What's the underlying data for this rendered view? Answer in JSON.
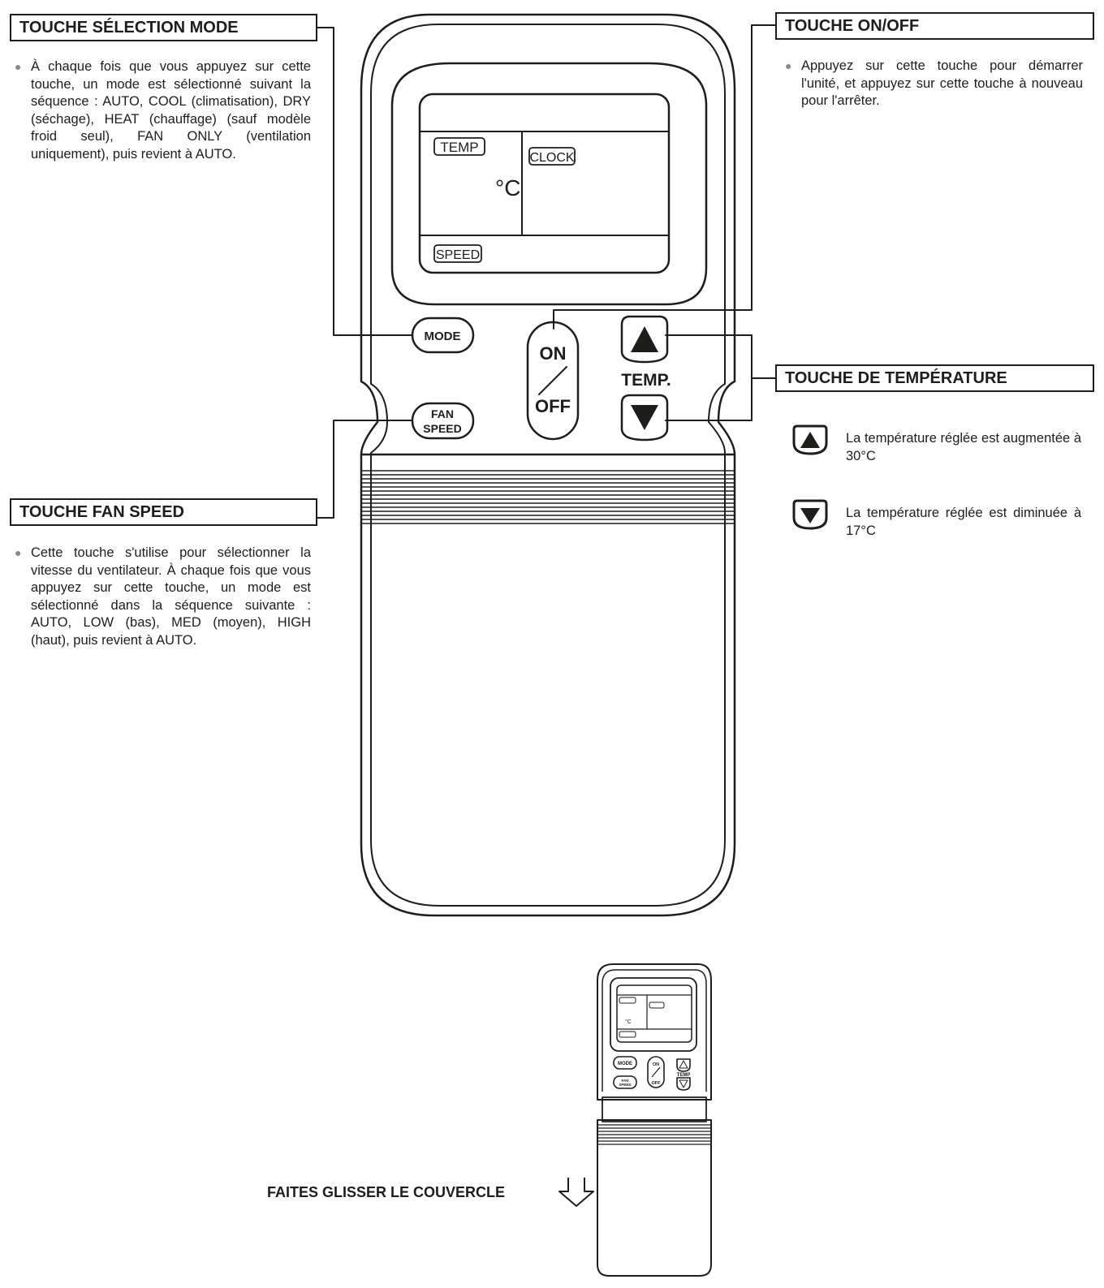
{
  "mode_section": {
    "title": "TOUCHE SÉLECTION MODE",
    "text": "À chaque fois que vous appuyez sur cette touche, un mode est sélectionné suivant la séquence : AUTO, COOL (climatisation), DRY (séchage), HEAT (chauffage) (sauf modèle froid seul), FAN ONLY (ventilation uniquement), puis revient à AUTO."
  },
  "fan_section": {
    "title": "TOUCHE FAN SPEED",
    "text": "Cette touche s'utilise pour sélectionner la vitesse du ventilateur. À chaque fois que vous appuyez sur cette touche, un mode est sélectionné dans la séquence suivante : AUTO, LOW (bas), MED (moyen), HIGH (haut), puis revient à AUTO."
  },
  "onoff_section": {
    "title": "TOUCHE ON/OFF",
    "text": "Appuyez sur cette touche pour démarrer l'unité, et appuyez sur cette touche à nouveau pour l'arrêter."
  },
  "temp_section": {
    "title": "TOUCHE DE TEMPÉRATURE",
    "up_text": "La température réglée est augmentée à 30°C",
    "down_text": "La température réglée est diminuée à 17°C"
  },
  "remote": {
    "display_temp_label": "TEMP",
    "display_unit": "°C",
    "display_clock_label": "CLOCK",
    "display_speed_label": "SPEED",
    "mode_button": "MODE",
    "fan_button_line1": "FAN",
    "fan_button_line2": "SPEED",
    "on_label": "ON",
    "off_label": "OFF",
    "temp_label": "TEMP."
  },
  "small_remote": {
    "temp_label": "TEMP"
  },
  "slide_instruction": "FAITES GLISSER LE COUVERCLE"
}
